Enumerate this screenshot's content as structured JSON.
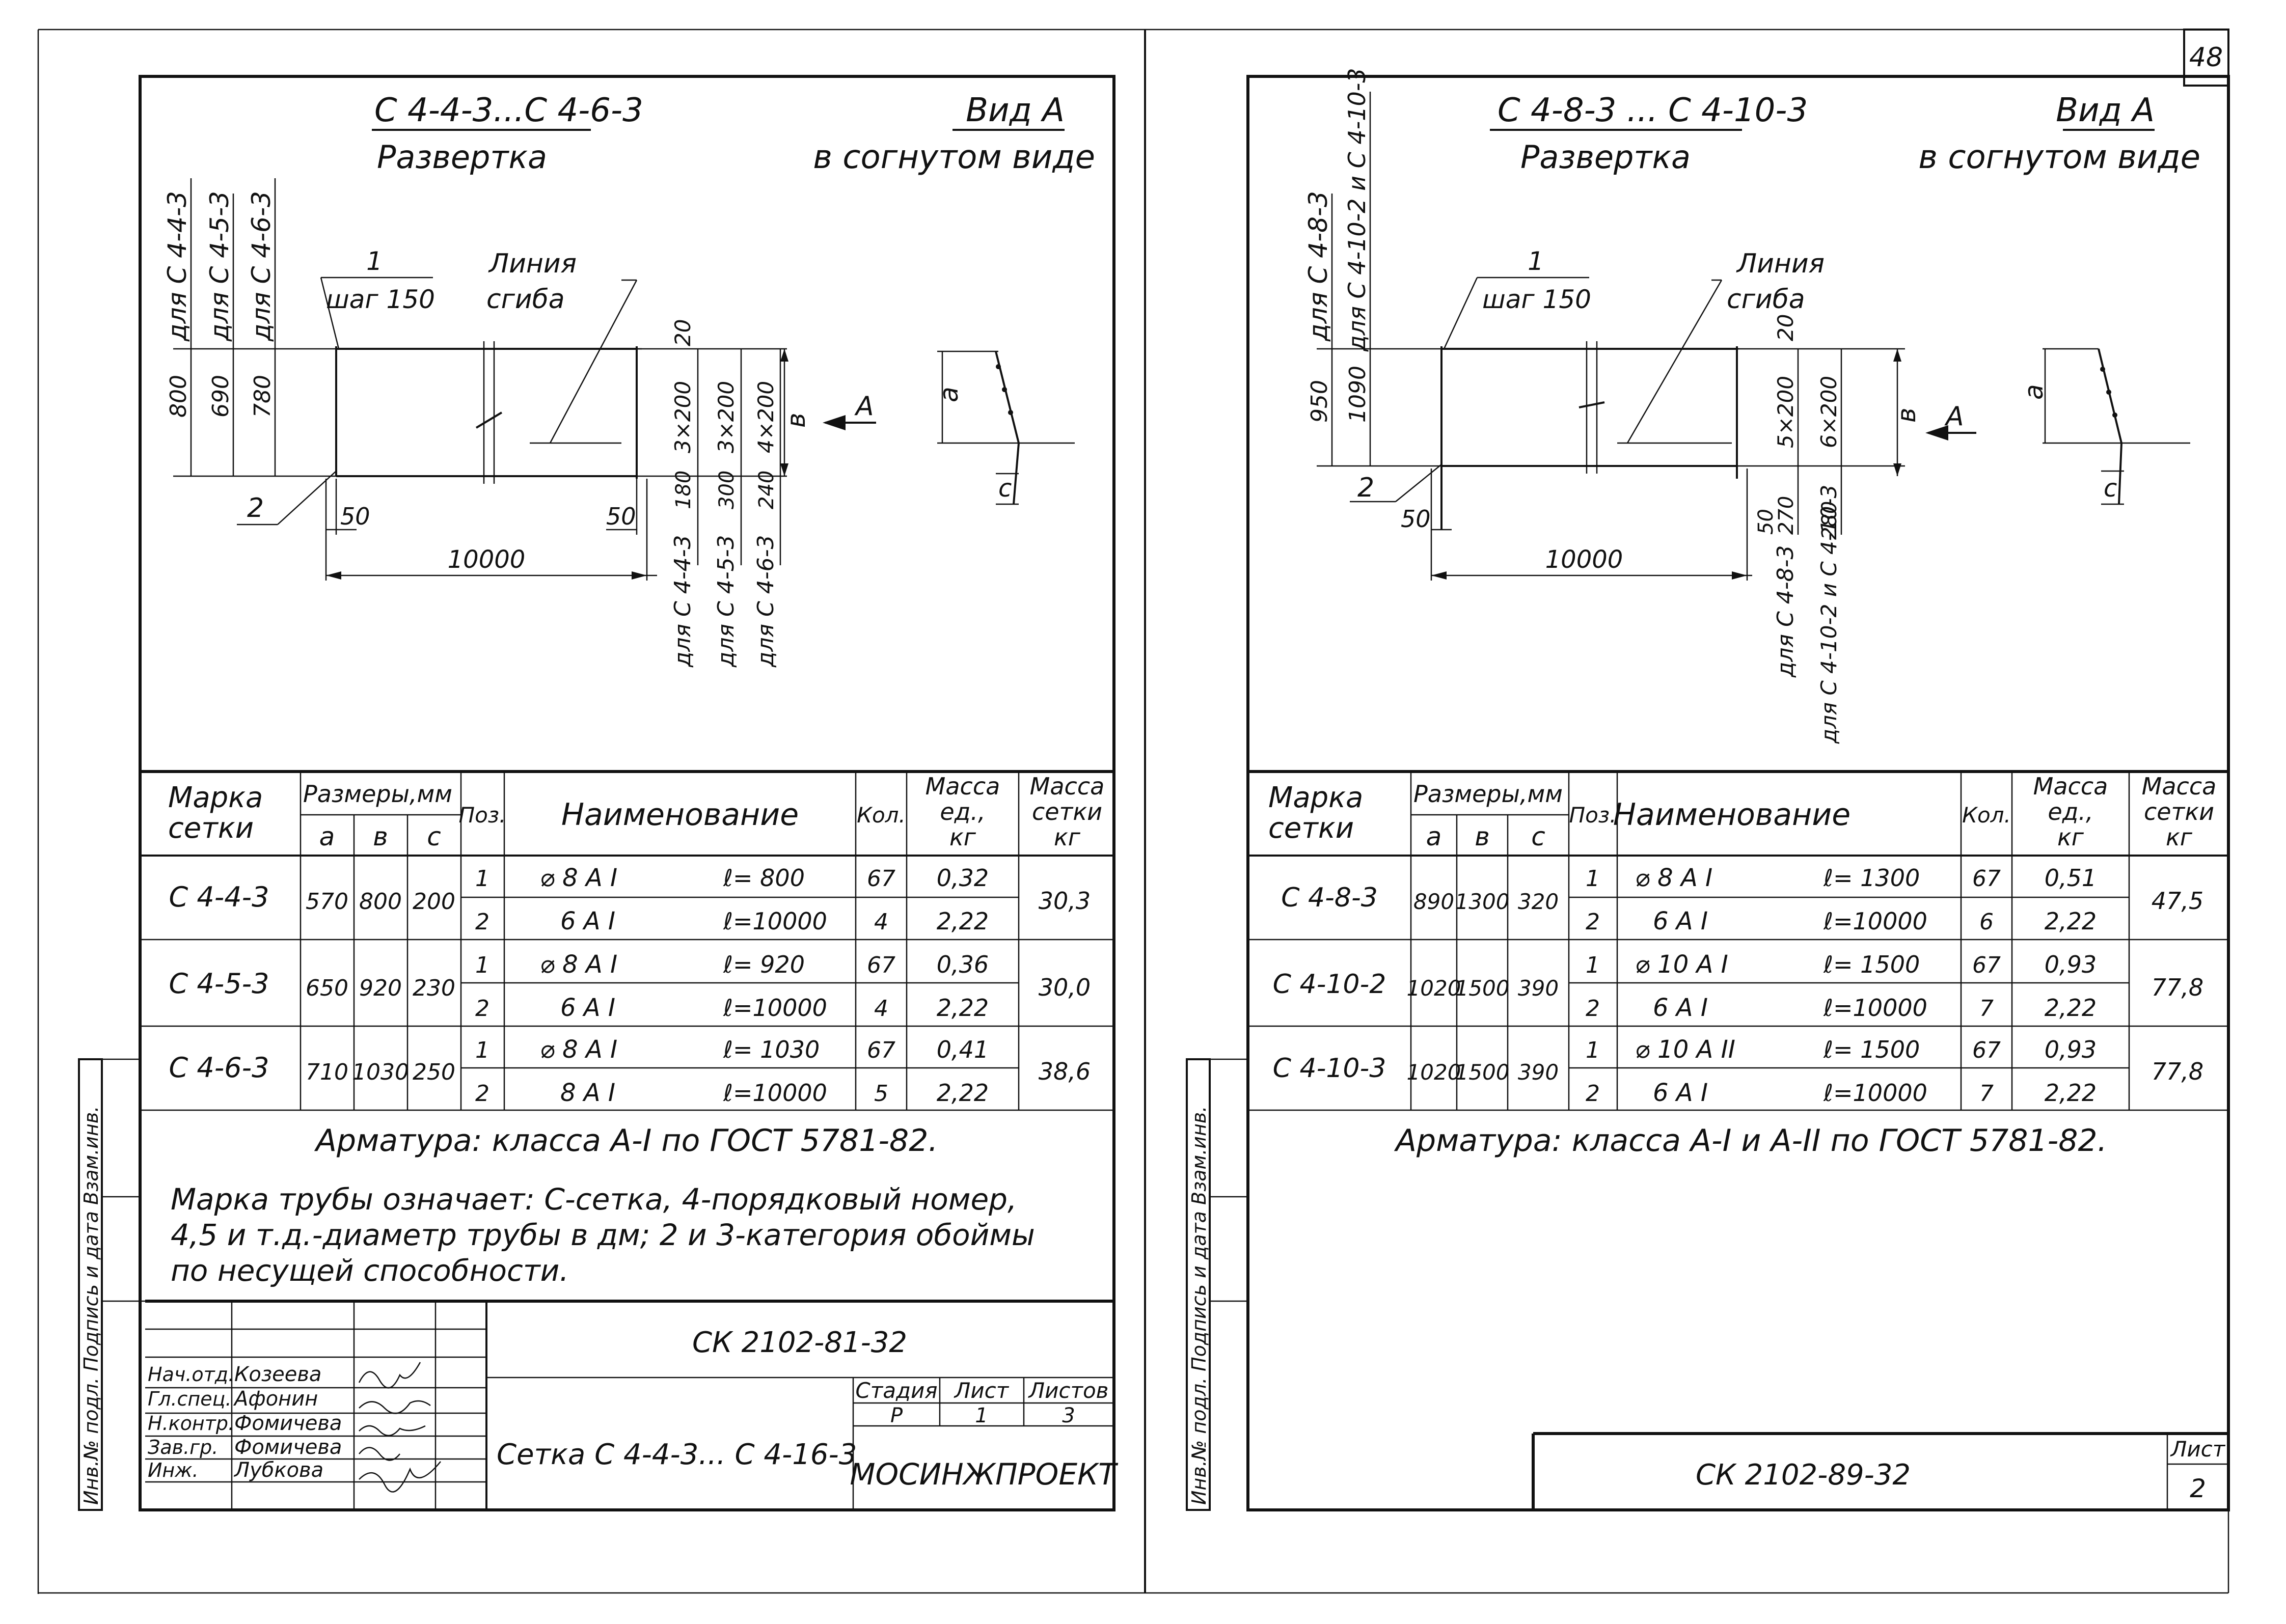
{
  "page_number": "48",
  "left_sheet": {
    "title": "С 4-4-3...С 4-6-3",
    "subtitle": "Развертка",
    "view_label": "Вид А",
    "view_sub": "в согнутом виде",
    "labels": {
      "for_a": "для С 4-4-3",
      "for_b": "для С 4-5-3",
      "for_c": "для С 4-6-3",
      "dim_a": "800",
      "dim_b": "690",
      "dim_c": "780",
      "pos1": "1",
      "step": "шаг 150",
      "bend_line": "Линия",
      "bend_line2": "сгиба",
      "pos2": "2",
      "dim_50a": "50",
      "dim_50b": "50",
      "dim_10000": "10000",
      "d20": "20",
      "d3x200a": "3×200",
      "d3x200b": "3×200",
      "d4x200": "4×200",
      "d_b": "в",
      "d180": "180",
      "d300": "300",
      "d240": "240",
      "f443": "для С 4-4-3",
      "f453": "для С 4-5-3",
      "f463": "для С 4-6-3",
      "arrow_a": "А",
      "side_a": "а",
      "side_c": "с"
    },
    "table": {
      "headers": {
        "mark": "Марка",
        "mark2": "сетки",
        "sizes": "Размеры,мм",
        "a": "а",
        "b": "в",
        "c": "с",
        "pos": "Поз.",
        "name": "Наименование",
        "qty": "Кол.",
        "mass": "Масса",
        "mass2": "ед.,",
        "mass3": "кг",
        "mass_total": "Масса",
        "mass_total2": "сетки",
        "mass_total3": "кг"
      },
      "rows": [
        {
          "mark": "С 4-4-3",
          "a": "570",
          "b": "800",
          "c": "200",
          "items": [
            {
              "pos": "1",
              "bar": "⌀ 8 А I",
              "len": "ℓ= 800",
              "qty": "67",
              "mass": "0,32"
            },
            {
              "pos": "2",
              "bar": "6 А I",
              "len": "ℓ=10000",
              "qty": "4",
              "mass": "2,22"
            }
          ],
          "total": "30,3"
        },
        {
          "mark": "С 4-5-3",
          "a": "650",
          "b": "920",
          "c": "230",
          "items": [
            {
              "pos": "1",
              "bar": "⌀ 8 А I",
              "len": "ℓ= 920",
              "qty": "67",
              "mass": "0,36"
            },
            {
              "pos": "2",
              "bar": "6 А I",
              "len": "ℓ=10000",
              "qty": "4",
              "mass": "2,22"
            }
          ],
          "total": "30,0"
        },
        {
          "mark": "С 4-6-3",
          "a": "710",
          "b": "1030",
          "c": "250",
          "items": [
            {
              "pos": "1",
              "bar": "⌀ 8 А I",
              "len": "ℓ= 1030",
              "qty": "67",
              "mass": "0,41"
            },
            {
              "pos": "2",
              "bar": "8 А I",
              "len": "ℓ=10000",
              "qty": "5",
              "mass": "2,22"
            }
          ],
          "total": "38,6"
        }
      ]
    },
    "notes": {
      "line1": "Арматура: класса А-I по ГОСТ 5781-82.",
      "line2": "Марка трубы означает: С-сетка, 4-порядковый номер,",
      "line3": "4,5 и т.д.-диаметр трубы в дм;  2 и 3-категория обоймы",
      "line4": "по несущей способности."
    },
    "stamp": {
      "code": "СК 2102-81-32",
      "roles": [
        "Нач.отд.",
        "Гл.спец.",
        "Н.контр.",
        "Зав.гр.",
        "Инж."
      ],
      "names": [
        "Козеева",
        "Афонин",
        "Фомичева",
        "Фомичева",
        "Лубкова"
      ],
      "stage_h": "Стадия",
      "sheet_h": "Лист",
      "sheets_h": "Листов",
      "stage": "Р",
      "sheet": "1",
      "sheets": "3",
      "title": "Сетка С 4-4-3... С 4-16-3",
      "org": "МОСИНЖПРОЕКТ"
    },
    "side_strip": "Инв.№ подл. Подпись и дата Взам.инв."
  },
  "right_sheet": {
    "title": "С 4-8-3 ... С 4-10-3",
    "subtitle": "Развертка",
    "view_label": "Вид А",
    "view_sub": "в согнутом виде",
    "labels": {
      "for_a": "для С 4-8-3",
      "for_b": "для С 4-10-2 и С 4-10-3",
      "dim_a": "950",
      "dim_b": "1090",
      "pos1": "1",
      "step": "шаг 150",
      "bend_line": "Линия",
      "bend_line2": "сгиба",
      "pos2": "2",
      "dim_50": "50",
      "dim_10000": "10000",
      "d20": "20",
      "d5x200": "5×200",
      "d6x200": "6×200",
      "d_b": "в",
      "d50": "50",
      "d270": "270",
      "d280": "280",
      "f483": "для С 4-8-3",
      "f4103": "для С 4-10-2 и С 4-10-3",
      "arrow_a": "А",
      "side_a": "а",
      "side_c": "с"
    },
    "table": {
      "headers": {
        "mark": "Марка",
        "mark2": "сетки",
        "sizes": "Размеры,мм",
        "a": "а",
        "b": "в",
        "c": "с",
        "pos": "Поз.",
        "name": "Наименование",
        "qty": "Кол.",
        "mass": "Масса",
        "mass2": "ед.,",
        "mass3": "кг",
        "mass_total": "Масса",
        "mass_total2": "сетки",
        "mass_total3": "кг"
      },
      "rows": [
        {
          "mark": "С 4-8-3",
          "a": "890",
          "b": "1300",
          "c": "320",
          "items": [
            {
              "pos": "1",
              "bar": "⌀ 8 А I",
              "len": "ℓ= 1300",
              "qty": "67",
              "mass": "0,51"
            },
            {
              "pos": "2",
              "bar": "6 А I",
              "len": "ℓ=10000",
              "qty": "6",
              "mass": "2,22"
            }
          ],
          "total": "47,5"
        },
        {
          "mark": "С 4-10-2",
          "a": "1020",
          "b": "1500",
          "c": "390",
          "items": [
            {
              "pos": "1",
              "bar": "⌀ 10 А I",
              "len": "ℓ= 1500",
              "qty": "67",
              "mass": "0,93"
            },
            {
              "pos": "2",
              "bar": "6 А I",
              "len": "ℓ=10000",
              "qty": "7",
              "mass": "2,22"
            }
          ],
          "total": "77,8"
        },
        {
          "mark": "С 4-10-3",
          "a": "1020",
          "b": "1500",
          "c": "390",
          "items": [
            {
              "pos": "1",
              "bar": "⌀ 10 А II",
              "len": "ℓ= 1500",
              "qty": "67",
              "mass": "0,93"
            },
            {
              "pos": "2",
              "bar": "6 А I",
              "len": "ℓ=10000",
              "qty": "7",
              "mass": "2,22"
            }
          ],
          "total": "77,8"
        }
      ]
    },
    "notes": {
      "line1": "Арматура: класса А-I и А-II  по ГОСТ 5781-82."
    },
    "stamp": {
      "code": "СК 2102-89-32",
      "sheet_h": "Лист",
      "sheet": "2"
    },
    "side_strip": "Инв.№ подл. Подпись и дата Взам.инв."
  }
}
